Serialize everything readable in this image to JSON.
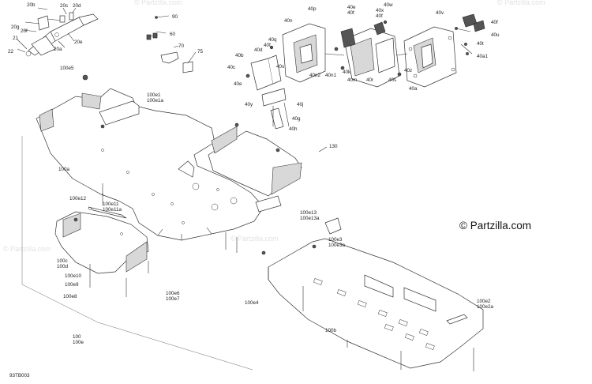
{
  "watermark": "© Partzilla.com",
  "brand": "© Partzilla.com",
  "diagram_code": "93TB003",
  "labels": {
    "20b": "20b",
    "20c": "20c",
    "20d": "20d",
    "20g": "20g",
    "20f": "20f",
    "21": "21",
    "22": "22",
    "20a": "20a",
    "20e": "20e",
    "90": "90",
    "60": "60",
    "70": "70",
    "75": "75",
    "100e5": "100e5",
    "100e1": "100e1",
    "100e1a": "100e1a",
    "100a": "100a",
    "100e12": "100e12",
    "100e11": "100e11",
    "100e11a": "100e11a",
    "100c": "100c",
    "100d": "100d",
    "100e10": "100e10",
    "100e9": "100e9",
    "100e8": "100e8",
    "100e6": "100e6",
    "100e7": "100e7",
    "100": "100",
    "100e": "100e",
    "100e13": "100e13",
    "100e13a": "100e13a",
    "100e3": "100e3",
    "100e3a": "100e3a",
    "100e4": "100e4",
    "100b": "100b",
    "100e2": "100e2",
    "100e2a": "100e2a",
    "130": "130",
    "40b": "40b",
    "40c": "40c",
    "40d": "40d",
    "40e": "40e",
    "40s_l": "40s",
    "40n": "40n",
    "40p": "40p",
    "40q": "40q",
    "40f_1": "40f",
    "40n2": "40n2",
    "40n1": "40n1",
    "40y": "40y",
    "40j": "40j",
    "40g": "40g",
    "40h": "40h",
    "40e_r": "40e",
    "40f_2": "40f",
    "40k": "40k",
    "40m": "40m",
    "40r": "40r",
    "40w": "40w",
    "40x": "40x",
    "40f_3": "40f",
    "40z": "40z",
    "40s_r": "40s",
    "40v": "40v",
    "40f_4": "40f",
    "40u": "40u",
    "40t": "40t",
    "40a1": "40a1",
    "40a": "40a"
  }
}
